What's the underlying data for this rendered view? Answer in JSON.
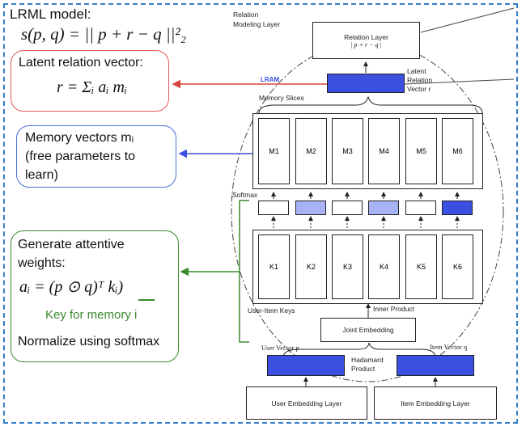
{
  "colors": {
    "frame": "#2f7fc8",
    "red": "#e05a5a",
    "blue_border": "#4a6fd8",
    "green": "#3b8a2e",
    "vector_fill": "#3b4fe0"
  },
  "model": {
    "title": "LRML model:",
    "formula": "s(p, q) = || p + r − q ||²₂"
  },
  "callouts": {
    "latent": {
      "title": "Latent relation vector:",
      "formula": "r = Σᵢ aᵢ mᵢ"
    },
    "memory": {
      "line1": "Memory vectors mᵢ",
      "line2": "(free parameters to",
      "line3": "learn)"
    },
    "attentive": {
      "line1": "Generate attentive",
      "line2": "weights:",
      "formula": "aᵢ = (p ⊙ q)ᵀ kᵢ)",
      "key_note": "Key for memory i",
      "normalize": "Normalize using softmax"
    }
  },
  "diagram": {
    "relation_modeling_layer": "Relation\nModeling Layer",
    "relation_layer": "Relation Layer",
    "relation_layer_formula": "| p + r − q |",
    "lram": "LRAM",
    "latent_relation_vector": "Latent\nRelation\nVector r",
    "memory_slices": "Memory Slices",
    "memory": [
      "M1",
      "M2",
      "M3",
      "M4",
      "M5",
      "M6"
    ],
    "softmax": "Softmax",
    "weights": [
      "white",
      "light",
      "white",
      "light",
      "white",
      "blue"
    ],
    "keys": [
      "K1",
      "K2",
      "K3",
      "K4",
      "K5",
      "K6"
    ],
    "user_item_keys": "User-Item Keys",
    "inner_product": "Inner Product",
    "joint_embedding": "Joint Embedding",
    "user_vector": "User Vector p",
    "item_vector": "Item Vector q",
    "hadamard": "Hadamard\nProduct",
    "user_embedding_layer": "User Embedding Layer",
    "item_embedding_layer": "Item Embedding Layer"
  }
}
